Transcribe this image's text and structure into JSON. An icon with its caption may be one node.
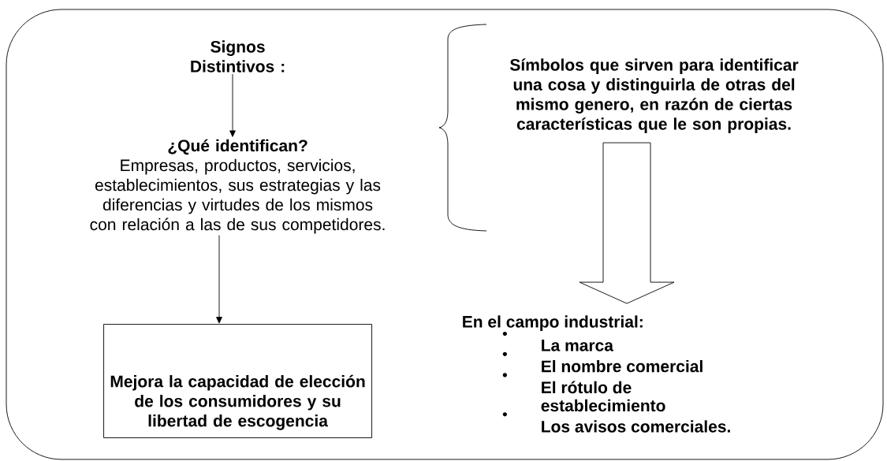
{
  "diagram": {
    "nodes": [
      {
        "text": [],
        "shape": "box"
      },
      {
        "text": [
          "Signos Distintivos :"
        ],
        "in": 0
      },
      {
        "text": [
          "¿Qué identifican?",
          "Empresas,  productos, servicios, establecimientos, sus estrategias y las diferencias y virtudes de los mismos con relación a las de sus competidores."
        ],
        "in": 0
      },
      {
        "text": [
          "Mejora la capacidad de elección de los consumidores y su libertad de escogencia"
        ],
        "in": 0
      },
      {
        "text": [
          "Símbolos que sirven para identificar una cosa y distinguirla de otras del mismo genero, en razón de ciertas características que le son propias."
        ],
        "in": 0
      },
      {
        "text": [
          "En el campo industrial:",
          "La marca",
          "El nombre comercial",
          "El rótulo de establecimiento",
          "Los avisos comerciales."
        ],
        "in": 0
      }
    ],
    "edges": [
      {
        "from": 1,
        "to": 2,
        "arrow": "to"
      },
      {
        "from": 2,
        "to": 3,
        "arrow": "to"
      },
      {
        "from": 4,
        "to": 5,
        "arrow": "to",
        "style": "thick"
      }
    ]
  }
}
